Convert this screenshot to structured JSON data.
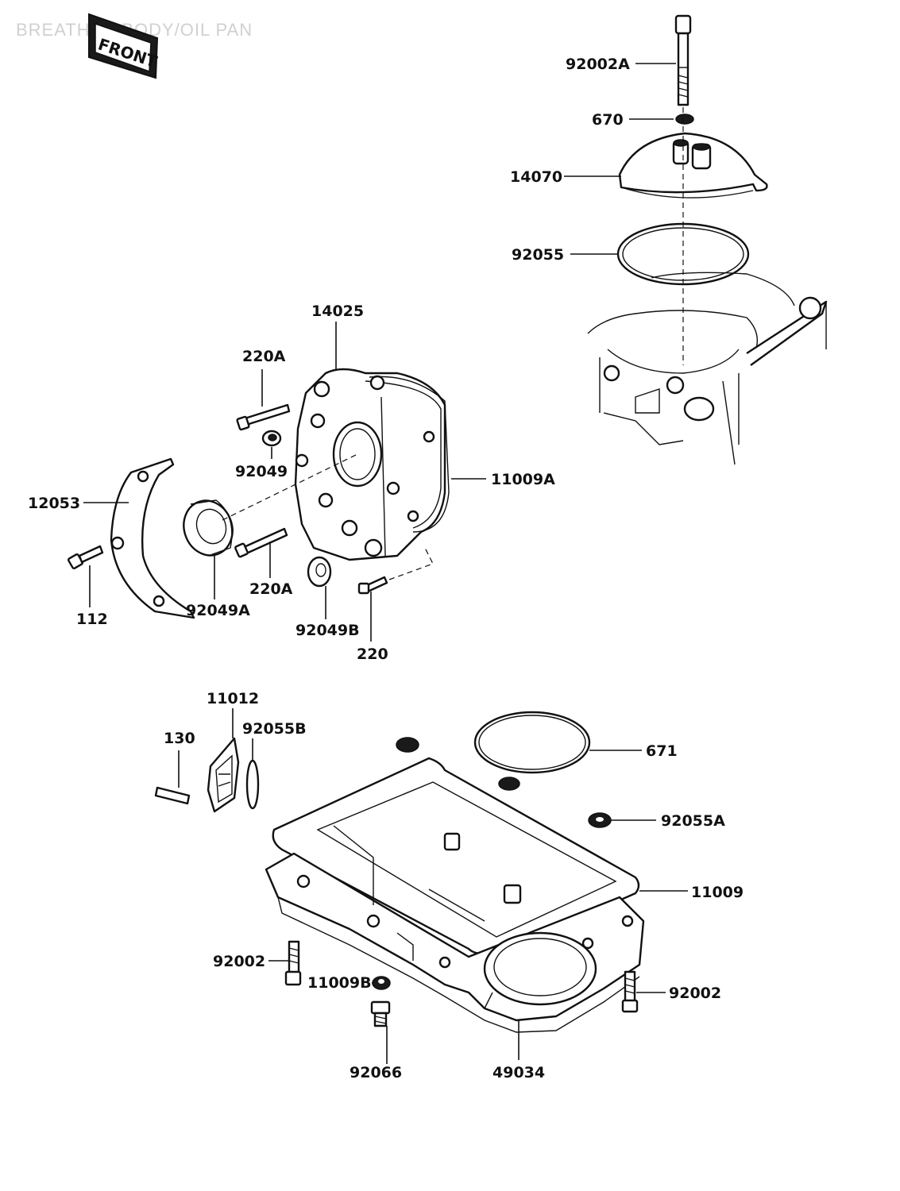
{
  "title": "BREATHER BODY/OIL PAN",
  "front_badge": "FRONT",
  "labels": {
    "p92002A": "92002A",
    "p670": "670",
    "p14070": "14070",
    "p92055": "92055",
    "p14025": "14025",
    "p220A_top": "220A",
    "p92049": "92049",
    "p11009A": "11009A",
    "p12053": "12053",
    "p220A_bottom": "220A",
    "p92049A": "92049A",
    "p112": "112",
    "p92049B": "92049B",
    "p220": "220",
    "p11012": "11012",
    "p130": "130",
    "p92055B": "92055B",
    "p671": "671",
    "p92055A": "92055A",
    "p11009": "11009",
    "p92002_left": "92002",
    "p11009B": "11009B",
    "p92002_right": "92002",
    "p92066": "92066",
    "p49034": "49034"
  }
}
